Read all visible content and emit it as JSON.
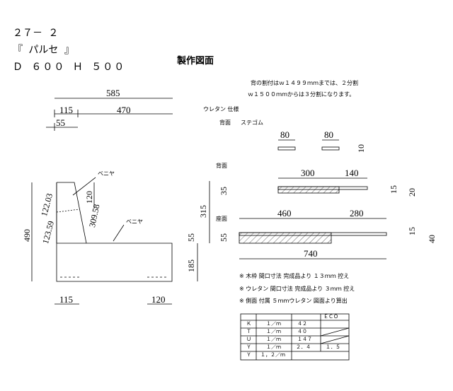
{
  "header": {
    "code": "２７－ ２",
    "name": "『 パルセ 』",
    "size": "Ｄ ６００ Ｈ ５００",
    "title": "製作図面"
  },
  "notes": {
    "split_line1": "背の割付はｗ１４９９ｍｍまでは、２分割",
    "split_line2": "ｗ１５００ｍｍからは３分割になります。",
    "urethane_spec": "ウレタン 仕様",
    "back_label": "背面",
    "stegom": "ステゴム",
    "back_section": "背面",
    "seat_section": "座面"
  },
  "side_view": {
    "dim_585": "585",
    "dim_115_top": "115",
    "dim_470": "470",
    "dim_55": "55",
    "veneer1": "ベニヤ",
    "veneer2": "ベニヤ",
    "dim_122_03": "122.03",
    "dim_123_59": "123.59",
    "dim_120_side": "120",
    "dim_309_58": "309.58",
    "dim_490": "490",
    "dim_185": "185",
    "dim_55_seat": "55",
    "dim_315": "315",
    "dim_115_bottom": "115",
    "dim_120_bottom": "120"
  },
  "urethane": {
    "dim_80a": "80",
    "dim_80b": "80",
    "dim_10": "10",
    "dim_300": "300",
    "dim_140": "140",
    "dim_35": "35",
    "dim_15a": "15",
    "dim_20": "20",
    "dim_460": "460",
    "dim_280": "280",
    "dim_55": "55",
    "dim_15b": "15",
    "dim_40": "40",
    "dim_740": "740"
  },
  "remarks": [
    "※ 木枠 間口寸法 完成品より １３ｍｍ 控え",
    "※ ウレタン 間口寸法 完成品より ３ｍｍ 控え",
    "※ 側面 付属 ５ｍｍウレタン 図面より算出"
  ],
  "table": {
    "eco_header": "ＥＣＯ",
    "rows": [
      {
        "code": "Ｋ",
        "unit": "１／ｍ",
        "qty": "４２",
        "eco": ""
      },
      {
        "code": "Ｔ",
        "unit": "１／ｍ",
        "qty": "４０",
        "eco": ""
      },
      {
        "code": "Ｕ",
        "unit": "１／ｍ",
        "qty": "１４７",
        "eco": ""
      },
      {
        "code": "Ｙ",
        "unit": "１／ｍ",
        "qty": "２．４",
        "eco": "１．５"
      },
      {
        "code": "Ｙ",
        "unit": "１，２／ｍ",
        "qty": "",
        "eco": ""
      }
    ]
  }
}
